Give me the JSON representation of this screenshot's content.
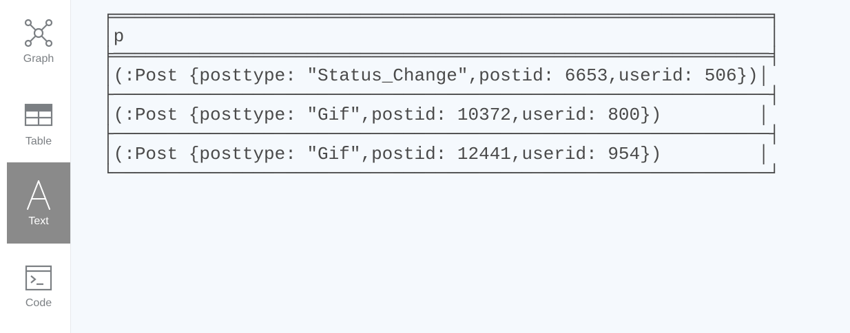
{
  "sidebar": {
    "items": [
      {
        "label": "Graph",
        "icon": "graph-icon",
        "active": false
      },
      {
        "label": "Table",
        "icon": "table-icon",
        "active": false
      },
      {
        "label": "Text",
        "icon": "text-icon",
        "active": true
      },
      {
        "label": "Code",
        "icon": "code-icon",
        "active": false
      }
    ]
  },
  "result": {
    "column_header": "p",
    "rows": [
      "(:Post {posttype: \"Status_Change\",postid: 6653,userid: 506})",
      "(:Post {posttype: \"Gif\",postid: 10372,userid: 800})",
      "(:Post {posttype: \"Gif\",postid: 12441,userid: 954})"
    ]
  },
  "colors": {
    "active_nav_bg": "#8a8a8a",
    "content_bg": "#f5f9fd",
    "text": "#4a4a4a"
  }
}
